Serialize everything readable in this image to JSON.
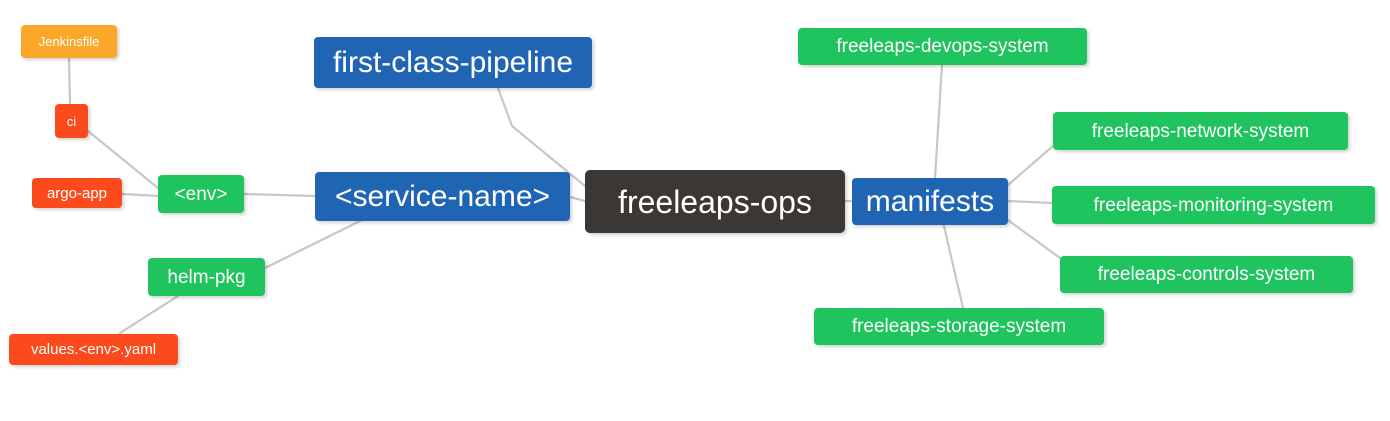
{
  "diagram": {
    "type": "mindmap",
    "title": "freeleaps-ops",
    "background": "#ffffff",
    "edge_color": "#c7c7c7",
    "colors": {
      "root": "#3b3734",
      "blue": "#2065b3",
      "green": "#1fc45e",
      "orange": "#fba72a",
      "red": "#fb4b1c"
    }
  },
  "nodes": {
    "root": {
      "label": "freeleaps-ops"
    },
    "service_name": {
      "label": "<service-name>"
    },
    "first_class_pipeline": {
      "label": "first-class-pipeline"
    },
    "manifests": {
      "label": "manifests"
    },
    "env": {
      "label": "<env>"
    },
    "helm_pkg": {
      "label": "helm-pkg"
    },
    "ci": {
      "label": "ci"
    },
    "argo_app": {
      "label": "argo-app"
    },
    "jenkinsfile": {
      "label": "Jenkinsfile"
    },
    "values_yaml": {
      "label": "values.<env>.yaml"
    },
    "devops_system": {
      "label": "freeleaps-devops-system"
    },
    "network_system": {
      "label": "freeleaps-network-system"
    },
    "monitoring_system": {
      "label": "freeleaps-monitoring-system"
    },
    "controls_system": {
      "label": "freeleaps-controls-system"
    },
    "storage_system": {
      "label": "freeleaps-storage-system"
    }
  },
  "edges": [
    {
      "from": "root",
      "to": "service_name"
    },
    {
      "from": "root",
      "to": "manifests"
    },
    {
      "from": "service_name",
      "to": "first_class_pipeline"
    },
    {
      "from": "service_name",
      "to": "env"
    },
    {
      "from": "service_name",
      "to": "helm_pkg"
    },
    {
      "from": "env",
      "to": "ci"
    },
    {
      "from": "env",
      "to": "argo_app"
    },
    {
      "from": "ci",
      "to": "jenkinsfile"
    },
    {
      "from": "helm_pkg",
      "to": "values_yaml"
    },
    {
      "from": "manifests",
      "to": "devops_system"
    },
    {
      "from": "manifests",
      "to": "network_system"
    },
    {
      "from": "manifests",
      "to": "monitoring_system"
    },
    {
      "from": "manifests",
      "to": "controls_system"
    },
    {
      "from": "manifests",
      "to": "storage_system"
    }
  ]
}
